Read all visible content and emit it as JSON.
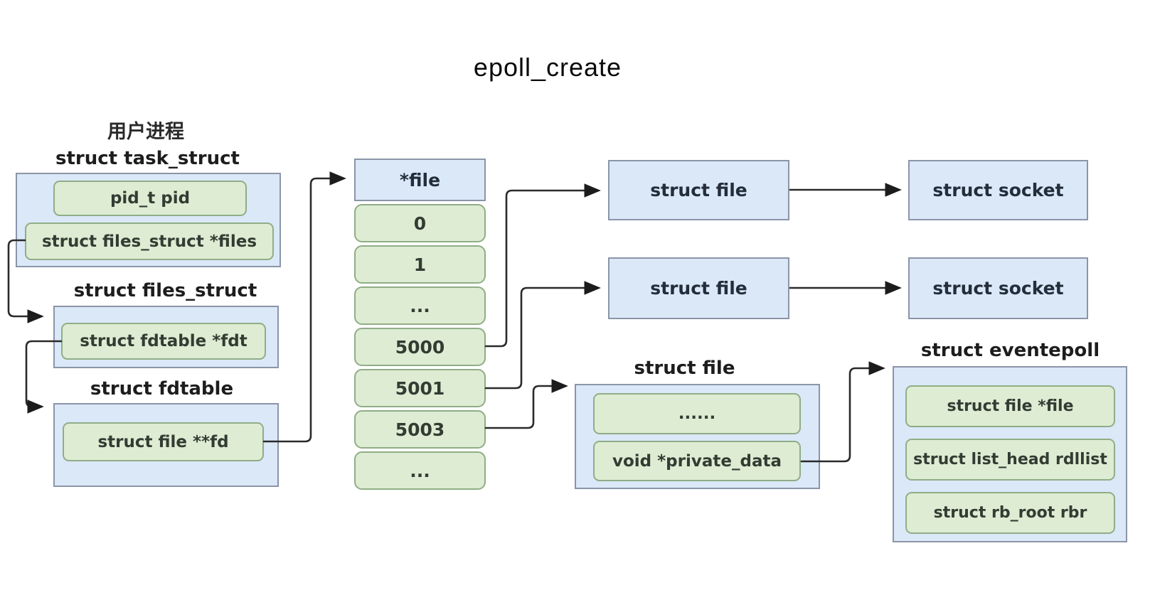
{
  "title": "epoll_create",
  "colors": {
    "box_blue_fill": "#dbe8f8",
    "box_blue_border": "#8b95a8",
    "box_green_fill": "#deecd3",
    "box_green_border": "#90ad86",
    "arrow": "#262626",
    "label_text": "#1d1d1d",
    "field_text": "#333c33"
  },
  "left_column": {
    "process_label": "用户进程",
    "task_struct": {
      "label": "struct task_struct",
      "fields": [
        "pid_t pid",
        "struct files_struct *files"
      ]
    },
    "files_struct": {
      "label": "struct files_struct",
      "fields": [
        "struct fdtable *fdt"
      ]
    },
    "fdtable": {
      "label": "struct fdtable",
      "fields": [
        "struct file **fd"
      ]
    }
  },
  "fd_table": {
    "header": "*file",
    "cells": [
      "0",
      "1",
      "...",
      "5000",
      "5001",
      "5003",
      "..."
    ]
  },
  "file_socket_rows": [
    {
      "file": "struct file",
      "socket": "struct socket"
    },
    {
      "file": "struct file",
      "socket": "struct socket"
    }
  ],
  "epoll_file": {
    "label": "struct file",
    "fields": [
      "......",
      "void *private_data"
    ]
  },
  "eventepoll": {
    "label": "struct eventepoll",
    "fields": [
      "struct file *file",
      "struct list_head rdllist",
      "struct rb_root rbr"
    ]
  }
}
